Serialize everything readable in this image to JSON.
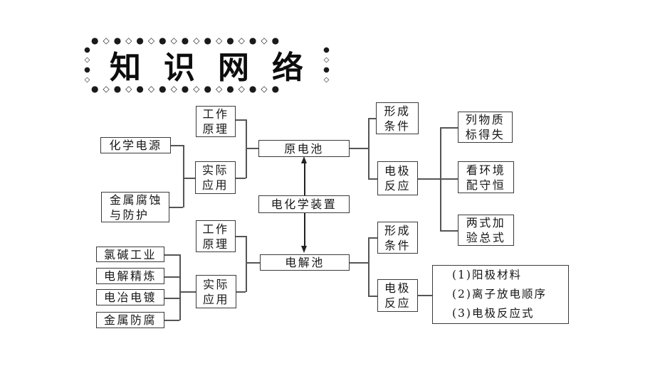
{
  "title": {
    "text": "知识网络",
    "border_pattern_h": "●◇●◇●◇●◇●◇●◇●◇●◇●",
    "border_pattern_v": "●◇●◇●"
  },
  "nodes": {
    "chemical_power": {
      "label": "化学电源"
    },
    "metal_corrosion": {
      "label": "金属腐蚀\n与防护"
    },
    "working_principle_top": {
      "label": "工作\n原理"
    },
    "practical_application_top": {
      "label": "实际\n应用"
    },
    "primary_cell": {
      "label": "原电池"
    },
    "electrochemical_device": {
      "label": "电化学装置"
    },
    "formation_conditions_top": {
      "label": "形成\n条件"
    },
    "electrode_reaction_top": {
      "label": "电极\n反应"
    },
    "list_substance": {
      "label": "列物质\n标得失"
    },
    "watch_environment": {
      "label": "看环境\n配守恒"
    },
    "two_equations": {
      "label": "两式加\n验总式"
    },
    "chlor_alkali": {
      "label": "氯碱工业"
    },
    "electrolytic_refining": {
      "label": "电解精炼"
    },
    "electrometallurgy_plating": {
      "label": "电冶电镀"
    },
    "metal_anticorrosion": {
      "label": "金属防腐"
    },
    "working_principle_bottom": {
      "label": "工作\n原理"
    },
    "practical_application_bottom": {
      "label": "实际\n应用"
    },
    "electrolytic_cell": {
      "label": "电解池"
    },
    "formation_conditions_bottom": {
      "label": "形成\n条件"
    },
    "electrode_reaction_bottom": {
      "label": "电极\n反应"
    },
    "electrode_steps": {
      "lines": [
        "(1)阳极材料",
        "(2)离子放电顺序",
        "(3)电极反应式"
      ]
    }
  },
  "colors": {
    "background": "#ffffff",
    "box_border": "#3a3a3a",
    "connector": "#555555",
    "text": "#161616"
  }
}
